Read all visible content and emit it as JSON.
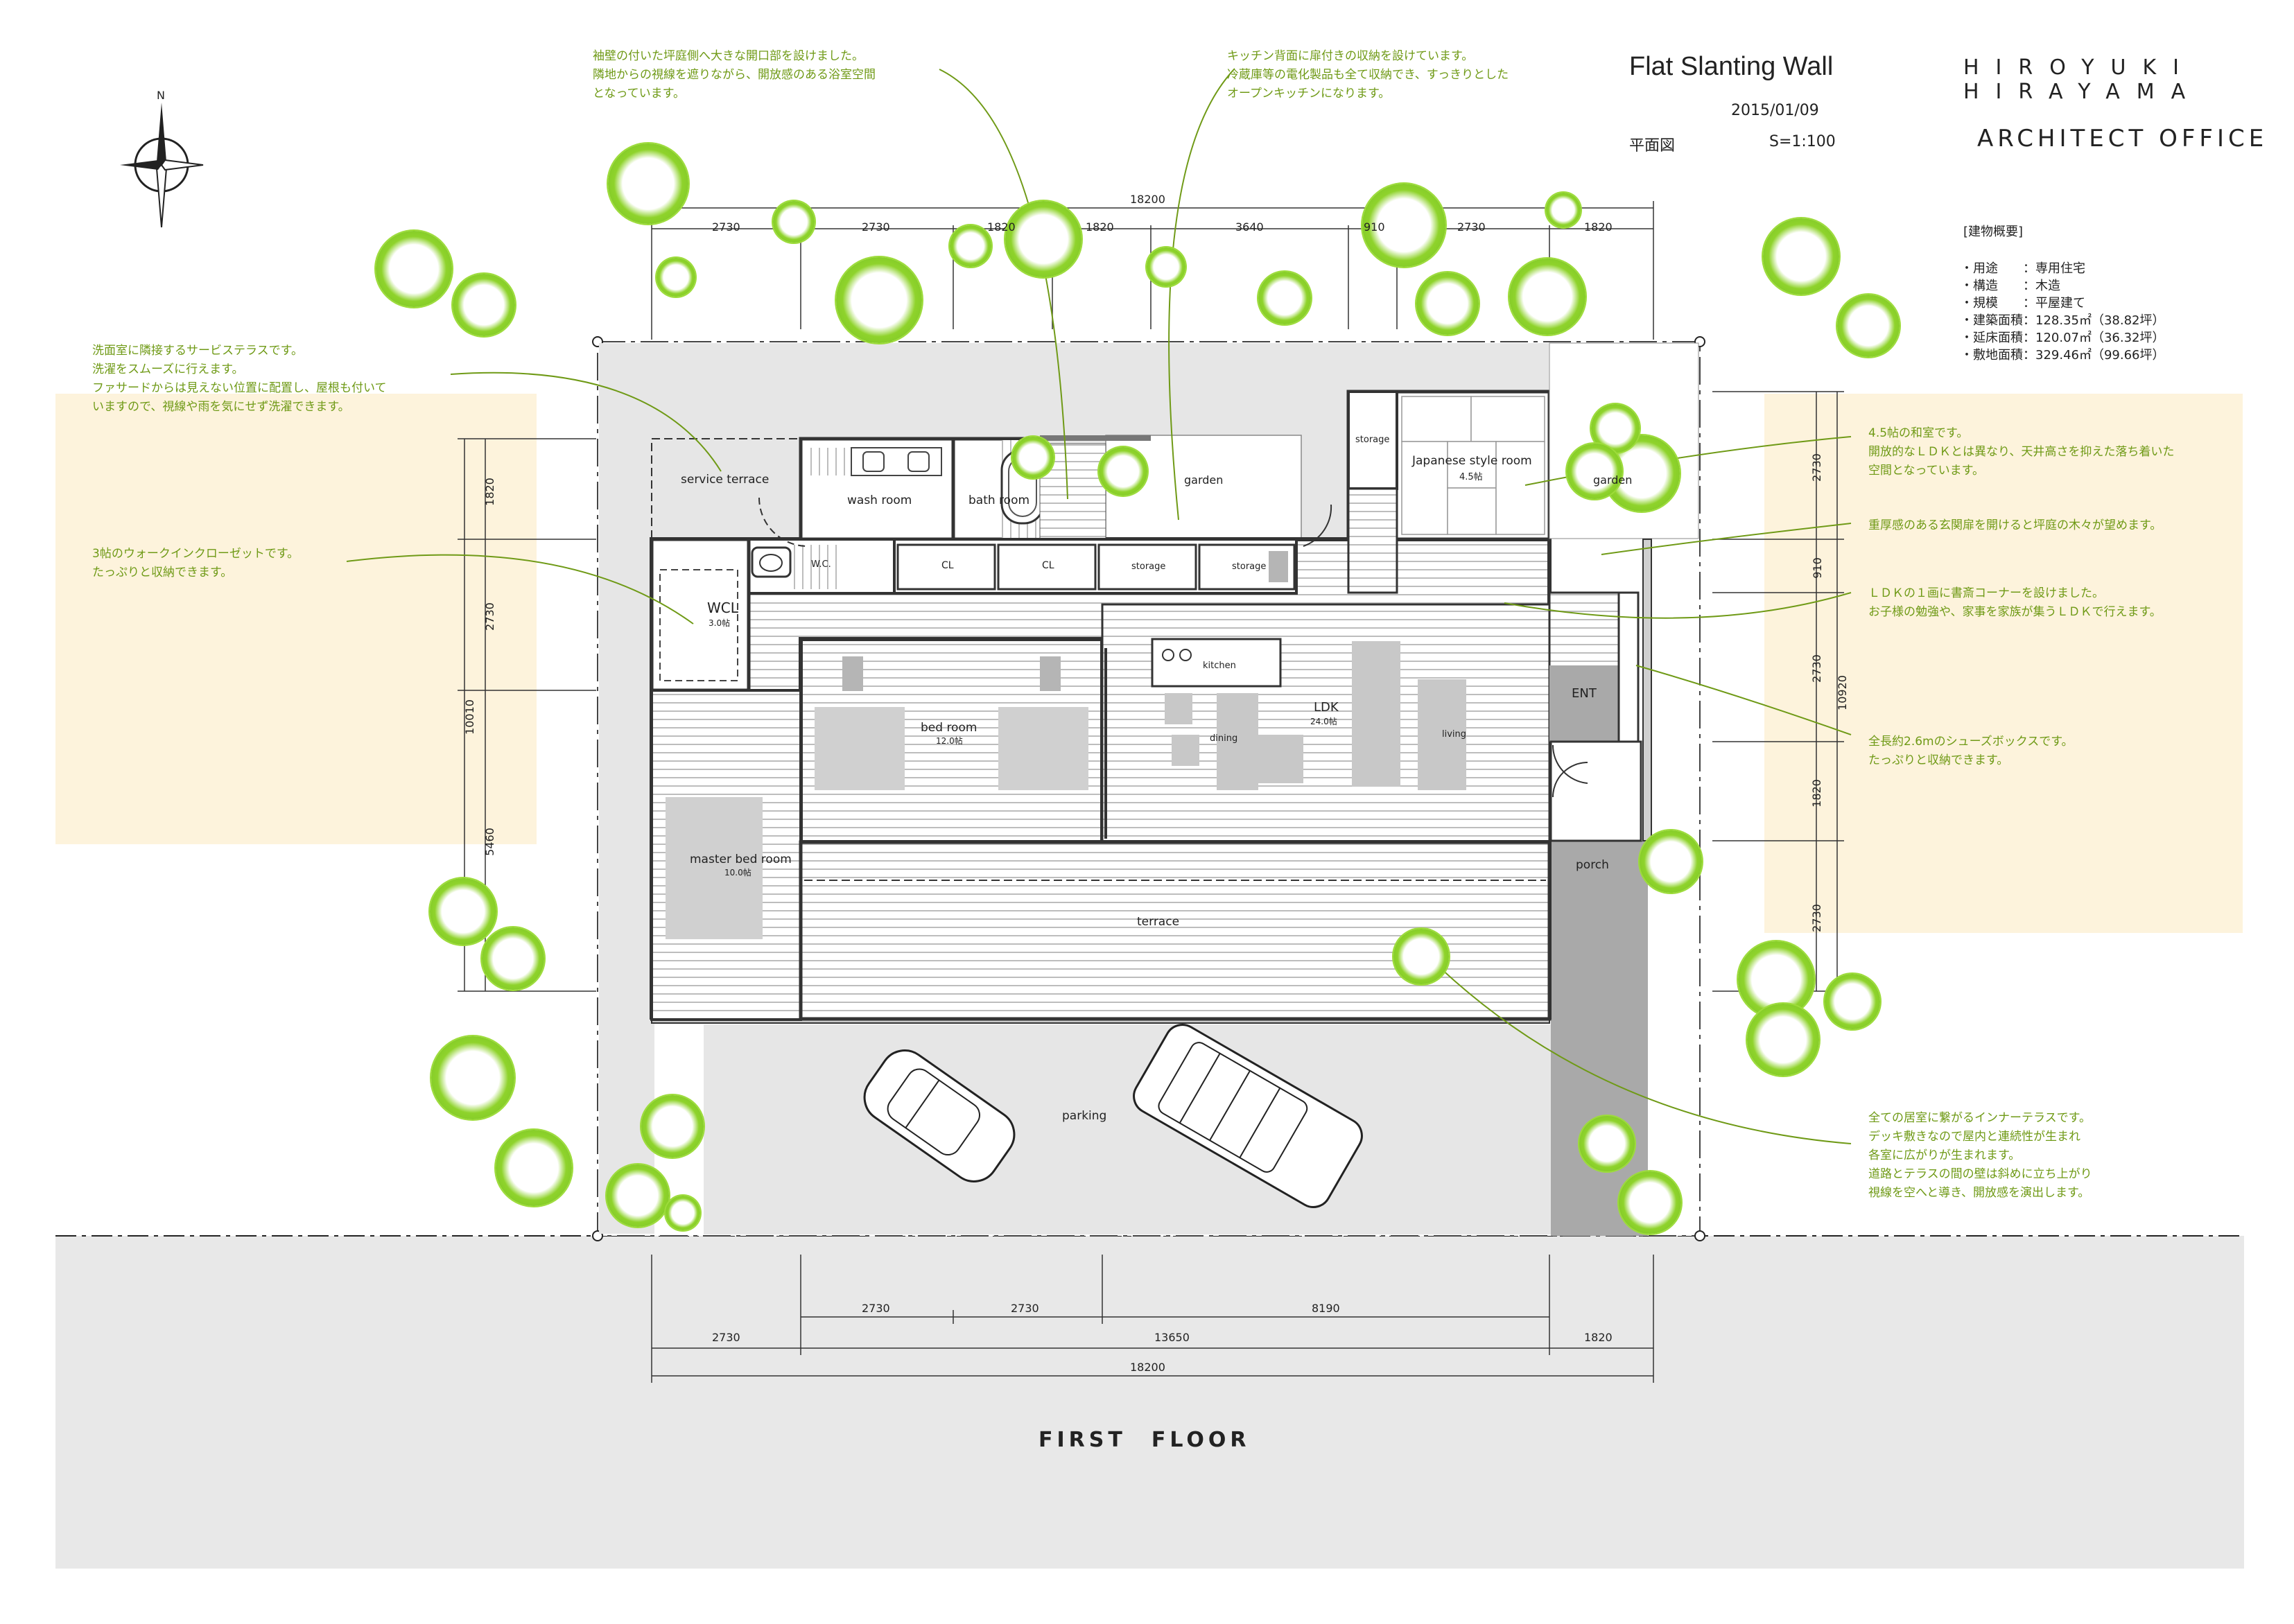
{
  "header": {
    "title": "Flat Slanting Wall",
    "date": "2015/01/09",
    "drawing_type": "平面図",
    "scale": "S=1:100"
  },
  "firm": {
    "line1": "HIROYUKI",
    "line2": "HIRAYAMA",
    "line3": "ARCHITECT OFFICE"
  },
  "north_label": "N",
  "summary": {
    "heading": "[建物概要]",
    "rows": [
      "・用途　　：専用住宅",
      "・構造　　：木造",
      "・規模　　：平屋建て",
      "・建築面積：128.35㎡（38.82坪）",
      "・延床面積：120.07㎡（36.32坪）",
      "・敷地面積：329.46㎡（99.66坪）"
    ]
  },
  "annotations": {
    "bath": "袖壁の付いた坪庭側へ大きな開口部を設けました。\n隣地からの視線を遮りながら、開放感のある浴室空間\nとなっています。",
    "kitchen": "キッチン背面に扉付きの収納を設けています。\n冷蔵庫等の電化製品も全て収納でき、すっきりとした\nオープンキッチンになります。",
    "service": "洗面室に隣接するサービステラスです。\n洗濯をスムーズに行えます。\nファサードからは見えない位置に配置し、屋根も付いて\nいますので、視線や雨を気にせず洗濯できます。",
    "wcl": "3帖のウォークインクローゼットです。\nたっぷりと収納できます。",
    "washitsu": "4.5帖の和室です。\n開放的なＬＤＫとは異なり、天井高さを抑えた落ち着いた\n空間となっています。",
    "entrance": "重厚感のある玄関扉を開けると坪庭の木々が望めます。",
    "study": "ＬＤＫの１画に書斎コーナーを設けました。\nお子様の勉強や、家事を家族が集うＬＤＫで行えます。",
    "shoebox": "全長約2.6mのシューズボックスです。\nたっぷりと収納できます。",
    "terrace": "全ての居室に繋がるインナーテラスです。\nデッキ敷きなので屋内と連続性が生まれ\n各室に広がりが生まれます。\n道路とテラスの間の壁は斜めに立ち上がり\n視線を空へと導き、開放感を演出します。"
  },
  "rooms": {
    "service_terrace": "service terrace",
    "wash_room": "wash room",
    "bath_room": "bath room",
    "garden_left": "garden",
    "storage_top": "storage",
    "japanese_room": "Japanese style room",
    "japanese_size": "4.5帖",
    "garden_right": "garden",
    "wc": "W.C.",
    "cl1": "CL",
    "cl2": "CL",
    "storage1": "storage",
    "storage2": "storage",
    "wcl": "WCL",
    "wcl_size": "3.0帖",
    "kitchen": "kitchen",
    "ldk": "LDK",
    "ldk_size": "24.0帖",
    "dining": "dining",
    "living": "living",
    "bed_room": "bed room",
    "bed_size": "12.0帖",
    "ent": "ENT",
    "master_bed": "master bed room",
    "master_size": "10.0帖",
    "porch": "porch",
    "terrace": "terrace",
    "parking": "parking"
  },
  "dimensions": {
    "top_overall": "18200",
    "top_segments": [
      "2730",
      "2730",
      "1820",
      "1820",
      "3640",
      "910",
      "2730",
      "1820"
    ],
    "left_total": "10010",
    "left_segments": [
      "1820",
      "2730",
      "5460"
    ],
    "right_total": "10920",
    "right_segments": [
      "2730",
      "910",
      "2730",
      "1820",
      "2730"
    ],
    "bottom_row1": [
      "2730",
      "2730",
      "8190"
    ],
    "bottom_row2": [
      "2730",
      "13650",
      "1820"
    ],
    "bottom_overall": "18200"
  },
  "floor_title": "FIRST　FLOOR",
  "colors": {
    "annotation_green": "#6f9a16",
    "tree_green": "#8fd32c",
    "highlight_band": "#fdf3dc",
    "road_gray": "#e8e8e8",
    "porch_gray": "#a9a9a9"
  }
}
